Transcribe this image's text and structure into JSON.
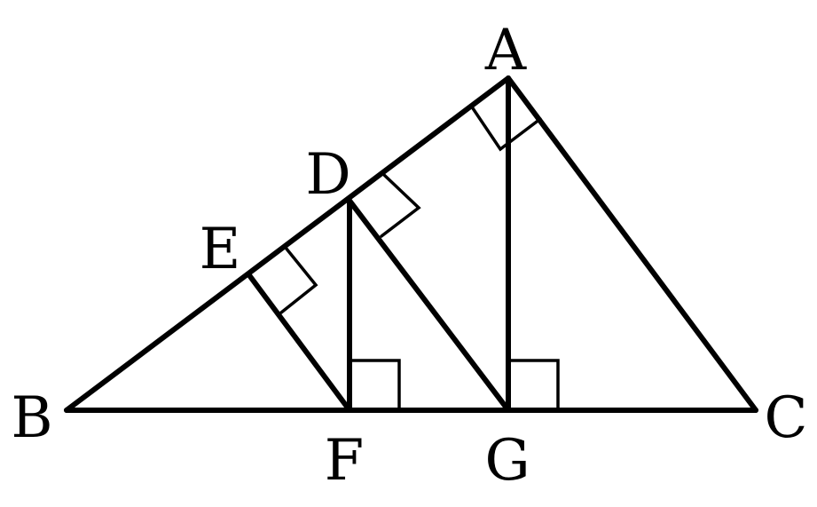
{
  "diagram": {
    "points": [
      {
        "id": "A",
        "label": "A"
      },
      {
        "id": "B",
        "label": "B"
      },
      {
        "id": "C",
        "label": "C"
      },
      {
        "id": "D",
        "label": "D"
      },
      {
        "id": "E",
        "label": "E"
      },
      {
        "id": "F",
        "label": "F"
      },
      {
        "id": "G",
        "label": "G"
      }
    ],
    "segments": [
      [
        "B",
        "A"
      ],
      [
        "A",
        "C"
      ],
      [
        "B",
        "C"
      ],
      [
        "A",
        "G"
      ],
      [
        "D",
        "F"
      ],
      [
        "D",
        "G"
      ],
      [
        "E",
        "F"
      ]
    ],
    "right_angles": [
      {
        "vertex": "A",
        "between": [
          "B",
          "C"
        ]
      },
      {
        "vertex": "D",
        "between": [
          "A",
          "G"
        ]
      },
      {
        "vertex": "E",
        "between": [
          "D",
          "F"
        ]
      },
      {
        "vertex": "F",
        "between": [
          "D",
          "C"
        ]
      },
      {
        "vertex": "G",
        "between": [
          "A",
          "C"
        ]
      }
    ]
  }
}
